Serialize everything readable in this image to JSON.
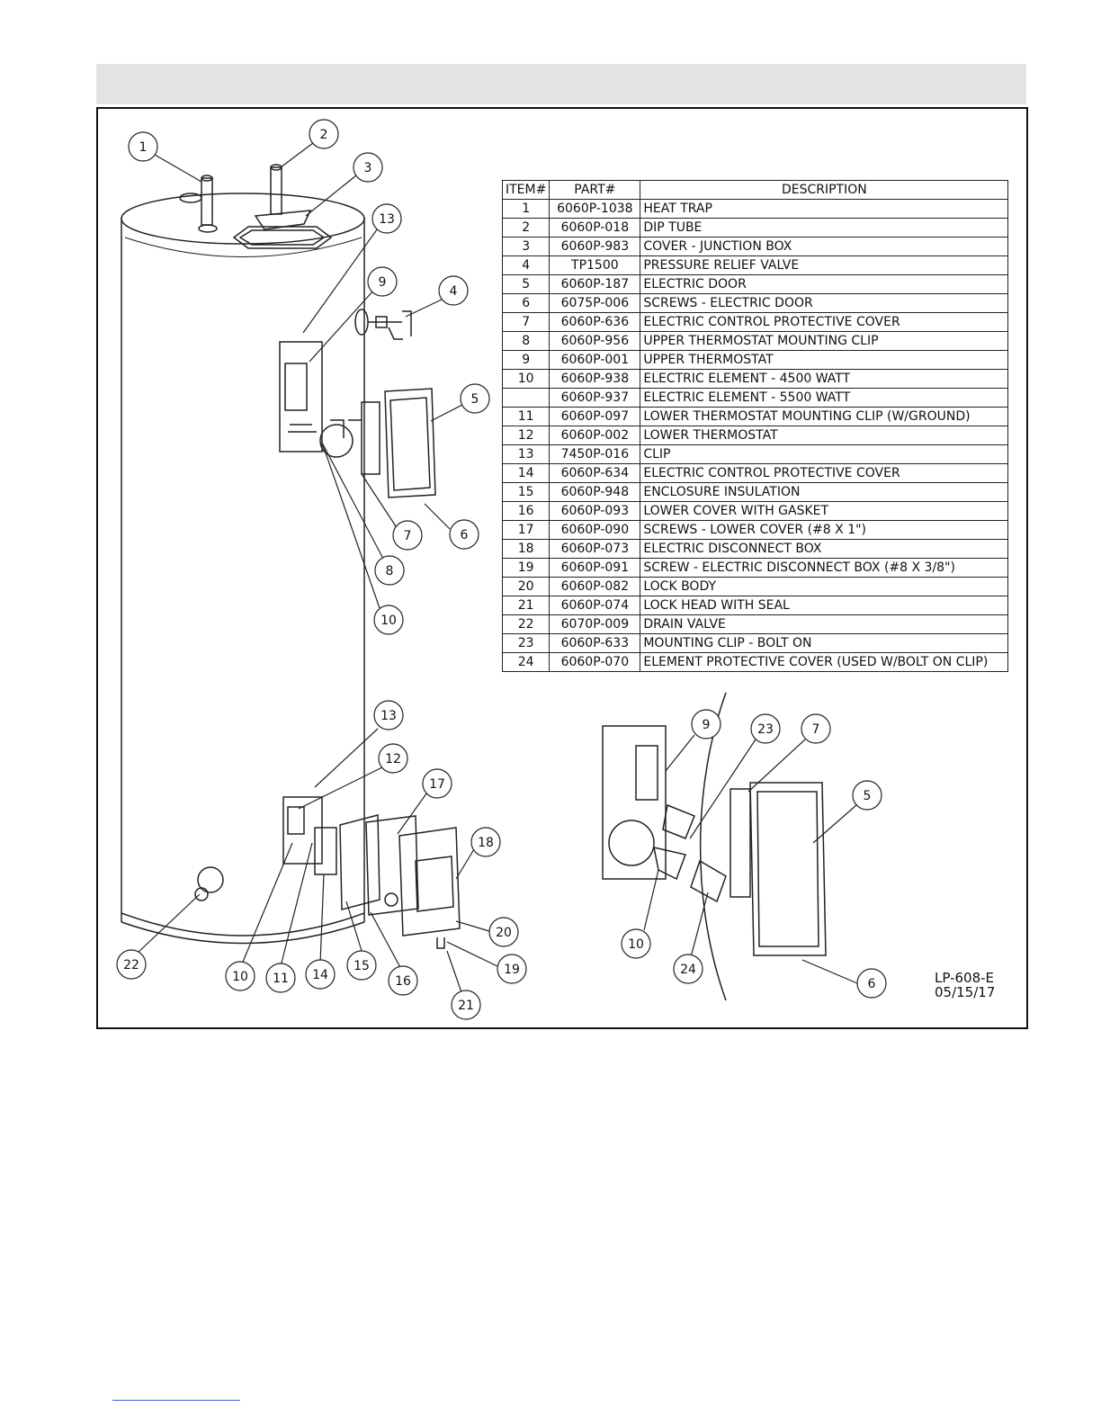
{
  "table": {
    "headers": {
      "item": "ITEM#",
      "part": "PART#",
      "description": "DESCRIPTION"
    },
    "rows": [
      {
        "item": "1",
        "part": "6060P-1038",
        "description": "HEAT TRAP"
      },
      {
        "item": "2",
        "part": "6060P-018",
        "description": "DIP TUBE"
      },
      {
        "item": "3",
        "part": "6060P-983",
        "description": "COVER - JUNCTION BOX"
      },
      {
        "item": "4",
        "part": "TP1500",
        "description": "PRESSURE RELIEF VALVE"
      },
      {
        "item": "5",
        "part": "6060P-187",
        "description": "ELECTRIC DOOR"
      },
      {
        "item": "6",
        "part": "6075P-006",
        "description": "SCREWS - ELECTRIC DOOR"
      },
      {
        "item": "7",
        "part": "6060P-636",
        "description": "ELECTRIC CONTROL PROTECTIVE COVER"
      },
      {
        "item": "8",
        "part": "6060P-956",
        "description": "UPPER THERMOSTAT MOUNTING CLIP"
      },
      {
        "item": "9",
        "part": "6060P-001",
        "description": "UPPER THERMOSTAT"
      },
      {
        "item": "10",
        "part": "6060P-938",
        "description": "ELECTRIC ELEMENT - 4500 WATT"
      },
      {
        "item": "",
        "part": "6060P-937",
        "description": "ELECTRIC ELEMENT - 5500 WATT"
      },
      {
        "item": "11",
        "part": "6060P-097",
        "description": "LOWER THERMOSTAT MOUNTING CLIP (W/GROUND)"
      },
      {
        "item": "12",
        "part": "6060P-002",
        "description": "LOWER THERMOSTAT"
      },
      {
        "item": "13",
        "part": "7450P-016",
        "description": "CLIP"
      },
      {
        "item": "14",
        "part": "6060P-634",
        "description": "ELECTRIC CONTROL PROTECTIVE COVER"
      },
      {
        "item": "15",
        "part": "6060P-948",
        "description": "ENCLOSURE INSULATION"
      },
      {
        "item": "16",
        "part": "6060P-093",
        "description": "LOWER COVER WITH GASKET"
      },
      {
        "item": "17",
        "part": "6060P-090",
        "description": "SCREWS - LOWER COVER (#8 X 1\")"
      },
      {
        "item": "18",
        "part": "6060P-073",
        "description": "ELECTRIC DISCONNECT BOX"
      },
      {
        "item": "19",
        "part": "6060P-091",
        "description": "SCREW - ELECTRIC DISCONNECT BOX (#8 X 3/8\")"
      },
      {
        "item": "20",
        "part": "6060P-082",
        "description": "LOCK BODY"
      },
      {
        "item": "21",
        "part": "6060P-074",
        "description": "LOCK HEAD WITH SEAL"
      },
      {
        "item": "22",
        "part": "6070P-009",
        "description": "DRAIN VALVE"
      },
      {
        "item": "23",
        "part": "6060P-633",
        "description": "MOUNTING CLIP - BOLT ON"
      },
      {
        "item": "24",
        "part": "6060P-070",
        "description": "ELEMENT PROTECTIVE COVER (USED W/BOLT ON CLIP)"
      }
    ]
  },
  "callouts": [
    "1",
    "2",
    "3",
    "13",
    "9",
    "4",
    "5",
    "7",
    "6",
    "8",
    "10",
    "13",
    "12",
    "17",
    "18",
    "20",
    "19",
    "21",
    "16",
    "15",
    "14",
    "11",
    "10",
    "22",
    "9",
    "23",
    "7",
    "5",
    "10",
    "24",
    "6"
  ],
  "doc_id": {
    "number": "LP-608-E",
    "date": "05/15/17"
  }
}
